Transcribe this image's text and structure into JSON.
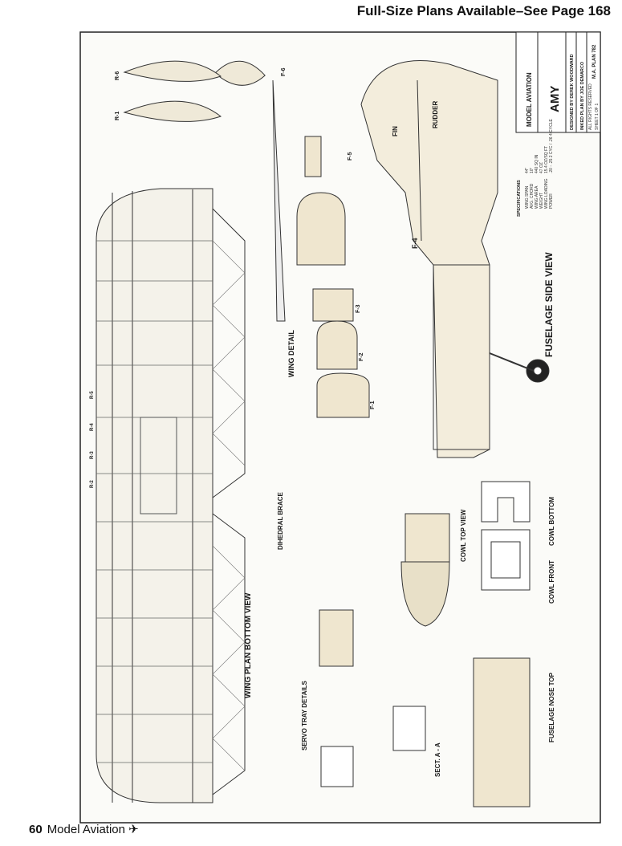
{
  "header": {
    "text": "Full-Size Plans Available–See Page 168"
  },
  "footer": {
    "page_number": "60",
    "magazine": "Model Aviation",
    "icon": "airplane-icon"
  },
  "title_block": {
    "publisher": "MODEL AVIATION",
    "name": "AMY",
    "designed_by": "DESIGNED BY DEREK WOODWARD",
    "inked_by": "INKED PLAN BY JOE DEMARCO",
    "rights": "ALL RIGHTS RESERVED",
    "sheet": "SHEET 1 OF 1",
    "plan_no": "M.A. PLAN 782"
  },
  "specifications": {
    "title": "SPECIFICATIONS",
    "rows": [
      {
        "label": "WING SPAN",
        "value": "44\""
      },
      {
        "label": "AVG. CHORD",
        "value": "10\""
      },
      {
        "label": "WING AREA",
        "value": "440 SQ IN"
      },
      {
        "label": "WEIGHT",
        "value": "47 OZ"
      },
      {
        "label": "WING LOADING",
        "value": "15.4 OZ/SQ FT"
      },
      {
        "label": "POWER",
        "value": ".20 - .25 2 CYC / .26 4 CYCLE"
      }
    ]
  },
  "views": {
    "wing_plan": "WING PLAN BOTTOM VIEW",
    "fuselage_side": "FUSELAGE SIDE VIEW",
    "wing_detail": "WING DETAIL",
    "servo_tray": "SERVO TRAY DETAILS",
    "sect_aa": "SECT. A - A",
    "cowl_top": "COWL TOP VIEW",
    "cowl_bottom": "COWL BOTTOM",
    "cowl_front": "COWL FRONT",
    "nose_top": "FUSELAGE NOSE TOP",
    "dihedral": "DIHEDRAL BRACE",
    "rudder": "RUDDER",
    "fin": "FIN",
    "formers": [
      "F-1",
      "F-2",
      "F-3",
      "F-4",
      "F-5",
      "F-6"
    ],
    "ribs": [
      "R-1",
      "R-2",
      "R-3",
      "R-4",
      "R-5",
      "R-6"
    ]
  }
}
